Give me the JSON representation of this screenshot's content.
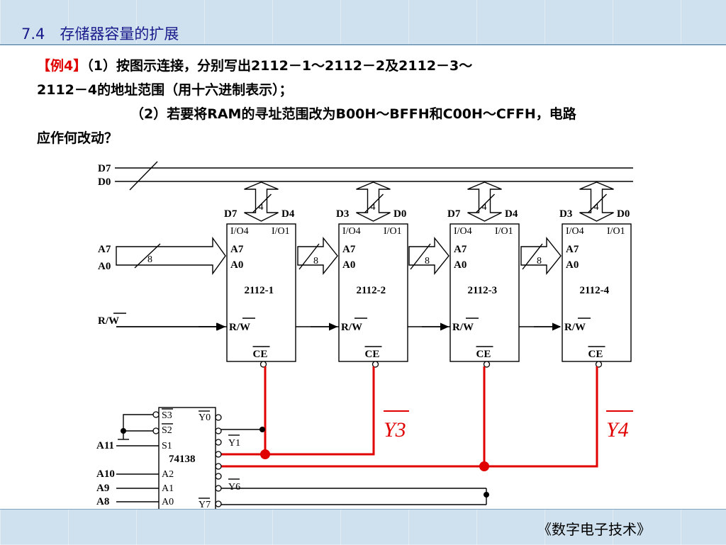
{
  "header": {
    "section_title": "7.4　存储器容量的扩展"
  },
  "problem": {
    "example_label": "【例4】",
    "part1_line1": "（1）按图示连接，分别写出2112－1～2112－2及2112－3～",
    "part1_line2": "2112－4的地址范围（用十六进制表示）；",
    "part2_line1": "（2）若要将RAM的寻址范围改为B00H～BFFH和C00H～CFFH，电路",
    "part2_line2": "应作何改动？"
  },
  "circuit": {
    "data_bus_labels": [
      "D7",
      "D0"
    ],
    "address_bus_labels": [
      "A7",
      "A0"
    ],
    "rw_label": "R/W",
    "bus_width_data": "4",
    "bus_width_address": "8",
    "chips": [
      {
        "name": "2112-1",
        "data_hi": "D7",
        "data_lo": "D4"
      },
      {
        "name": "2112-2",
        "data_hi": "D3",
        "data_lo": "D0"
      },
      {
        "name": "2112-3",
        "data_hi": "D7",
        "data_lo": "D4"
      },
      {
        "name": "2112-4",
        "data_hi": "D3",
        "data_lo": "D0"
      }
    ],
    "chip_pin_labels": {
      "io_left": "I/O4",
      "io_right": "I/O1",
      "addr_hi": "A7",
      "addr_lo": "A0",
      "rw": "R/W",
      "ce": "CE"
    },
    "decoder": {
      "name": "74138",
      "inputs": [
        "S3",
        "S2",
        "S1",
        "A2",
        "A1",
        "A0"
      ],
      "outputs": [
        "Y0",
        "Y1",
        "Y6",
        "Y7"
      ],
      "address_inputs": [
        "A11",
        "A10",
        "A9",
        "A8"
      ]
    },
    "annotations": [
      "Y3",
      "Y4"
    ]
  },
  "footer": {
    "course_name": "《数字电子技术》"
  },
  "colors": {
    "accent": "#e00000",
    "title": "#1a1a8c",
    "band": "#cfe1ee"
  }
}
